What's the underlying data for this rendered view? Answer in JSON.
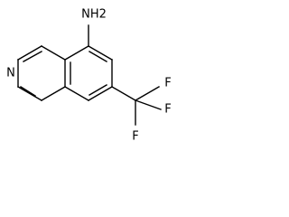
{
  "molecule": {
    "labels": {
      "amine": "NH2",
      "ring_nitrogen": "N",
      "fluorine_1": "F",
      "fluorine_2": "F",
      "fluorine_3": "F"
    }
  }
}
